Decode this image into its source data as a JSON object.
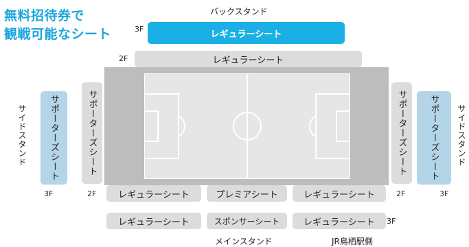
{
  "title": {
    "line1": "無料招待券で",
    "line2": "観戦可能なシート"
  },
  "stands": {
    "back": "バックスタンド",
    "main": "メインスタンド",
    "side_left": "サイドスタンド",
    "side_right": "サイドスタンド",
    "station": "JR鳥栖駅側"
  },
  "floors": {
    "f3": "3F",
    "f2": "2F"
  },
  "seats": {
    "back_3f": "レギュラーシート",
    "back_2f": "レギュラーシート",
    "left_3f": "サポーターズシート",
    "left_2f": "サポーターズシート",
    "right_2f": "サポーターズシート",
    "right_3f": "サポーターズシート",
    "main_2f_left": "レギュラーシート",
    "main_2f_center": "プレミアシート",
    "main_2f_right": "レギュラーシート",
    "main_3f_left": "レギュラーシート",
    "main_3f_center": "スポンサーシート",
    "main_3f_right": "レギュラーシート"
  },
  "colors": {
    "title": "#1aa6dd",
    "highlight_seat": "#1ab0e6",
    "supporters_seat": "#b4d4e8",
    "regular_seat": "#dcdcdc",
    "field_surround": "#bdbdbd",
    "pitch": "#e6e6e6"
  }
}
